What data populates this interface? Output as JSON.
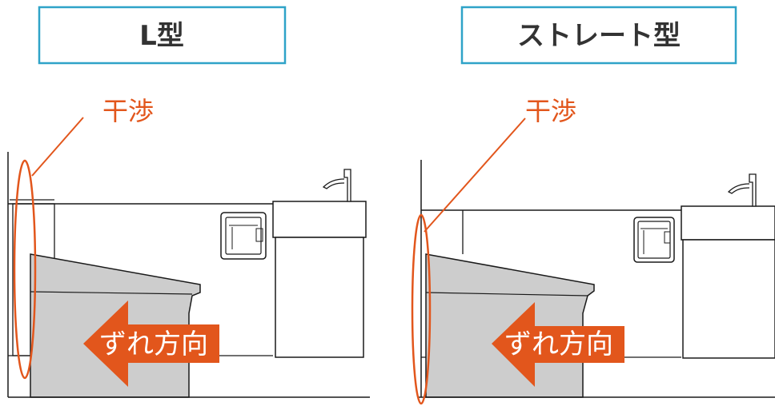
{
  "panels": [
    {
      "title": "L型",
      "interference_label": "干渉",
      "arrow_label": "ずれ方向"
    },
    {
      "title": "ストレート型",
      "interference_label": "干渉",
      "arrow_label": "ずれ方向"
    }
  ],
  "colors": {
    "box_border": "#2fa3c8",
    "accent": "#e2561c",
    "title_text": "#333333",
    "toilet_fill": "#cdcdcd",
    "line": "#1a1a1a"
  }
}
